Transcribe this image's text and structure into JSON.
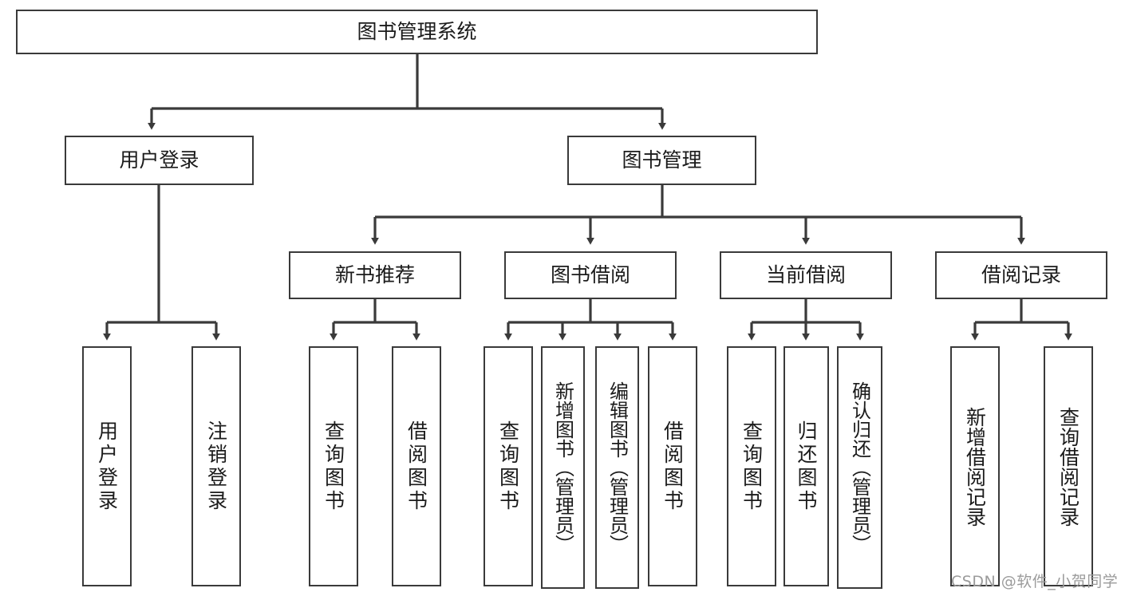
{
  "diagram": {
    "type": "tree",
    "title": "图书管理系统",
    "root": {
      "label": "图书管理系统"
    },
    "level2": [
      {
        "label": "用户登录"
      },
      {
        "label": "图书管理"
      }
    ],
    "level3": [
      {
        "label": "新书推荐"
      },
      {
        "label": "图书借阅"
      },
      {
        "label": "当前借阅"
      },
      {
        "label": "借阅记录"
      }
    ],
    "leaves": {
      "user_login": [
        {
          "label": "用户登录"
        },
        {
          "label": "注销登录"
        }
      ],
      "new_book": [
        {
          "label": "查询图书"
        },
        {
          "label": "借阅图书"
        }
      ],
      "book_borrow": [
        {
          "label": "查询图书"
        },
        {
          "label": "新增图书（管理员）"
        },
        {
          "label": "编辑图书（管理员）"
        },
        {
          "label": "借阅图书"
        }
      ],
      "current_borrow": [
        {
          "label": "查询图书"
        },
        {
          "label": "归还图书"
        },
        {
          "label": "确认归还（管理员）"
        }
      ],
      "borrow_record": [
        {
          "label": "新增借阅记录"
        },
        {
          "label": "查询借阅记录"
        }
      ]
    }
  },
  "watermark": {
    "text": "CSDN @软件_小贺同学"
  },
  "colors": {
    "border": "#3a3a3a",
    "text": "#1b1b1b",
    "background": "#ffffff",
    "watermark": "#9b9b9b"
  }
}
